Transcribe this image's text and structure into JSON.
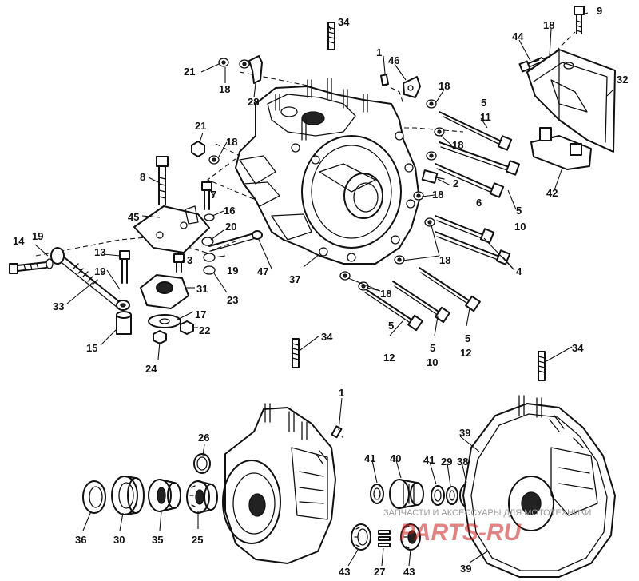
{
  "diagram": {
    "callouts": [
      {
        "id": "34a",
        "label": "34"
      },
      {
        "id": "9",
        "label": "9"
      },
      {
        "id": "44",
        "label": "44"
      },
      {
        "id": "18a",
        "label": "18"
      },
      {
        "id": "1a",
        "label": "1"
      },
      {
        "id": "46",
        "label": "46"
      },
      {
        "id": "21a",
        "label": "21"
      },
      {
        "id": "18b",
        "label": "18"
      },
      {
        "id": "28",
        "label": "28"
      },
      {
        "id": "18c",
        "label": "18"
      },
      {
        "id": "5a",
        "label": "5"
      },
      {
        "id": "11",
        "label": "11"
      },
      {
        "id": "32",
        "label": "32"
      },
      {
        "id": "21b",
        "label": "21"
      },
      {
        "id": "18d",
        "label": "18"
      },
      {
        "id": "18e",
        "label": "18"
      },
      {
        "id": "8",
        "label": "8"
      },
      {
        "id": "2",
        "label": "2"
      },
      {
        "id": "18f",
        "label": "18"
      },
      {
        "id": "6",
        "label": "6"
      },
      {
        "id": "42",
        "label": "42"
      },
      {
        "id": "7",
        "label": "7"
      },
      {
        "id": "45",
        "label": "45"
      },
      {
        "id": "16",
        "label": "16"
      },
      {
        "id": "5b",
        "label": "5"
      },
      {
        "id": "10a",
        "label": "10"
      },
      {
        "id": "20",
        "label": "20"
      },
      {
        "id": "14",
        "label": "14"
      },
      {
        "id": "19a",
        "label": "19"
      },
      {
        "id": "13",
        "label": "13"
      },
      {
        "id": "3",
        "label": "3"
      },
      {
        "id": "19b",
        "label": "19"
      },
      {
        "id": "47",
        "label": "47"
      },
      {
        "id": "18g",
        "label": "18"
      },
      {
        "id": "4",
        "label": "4"
      },
      {
        "id": "19c",
        "label": "19"
      },
      {
        "id": "37",
        "label": "37"
      },
      {
        "id": "31",
        "label": "31"
      },
      {
        "id": "23",
        "label": "23"
      },
      {
        "id": "33",
        "label": "33"
      },
      {
        "id": "18h",
        "label": "18"
      },
      {
        "id": "17",
        "label": "17"
      },
      {
        "id": "22",
        "label": "22"
      },
      {
        "id": "15",
        "label": "15"
      },
      {
        "id": "24",
        "label": "24"
      },
      {
        "id": "5c",
        "label": "5"
      },
      {
        "id": "12a",
        "label": "12"
      },
      {
        "id": "5d",
        "label": "5"
      },
      {
        "id": "10b",
        "label": "10"
      },
      {
        "id": "5e",
        "label": "5"
      },
      {
        "id": "12b",
        "label": "12"
      },
      {
        "id": "34b",
        "label": "34"
      },
      {
        "id": "34c",
        "label": "34"
      },
      {
        "id": "1b",
        "label": "1"
      },
      {
        "id": "26",
        "label": "26"
      },
      {
        "id": "39a",
        "label": "39"
      },
      {
        "id": "41a",
        "label": "41"
      },
      {
        "id": "40",
        "label": "40"
      },
      {
        "id": "41b",
        "label": "41"
      },
      {
        "id": "29",
        "label": "29"
      },
      {
        "id": "38",
        "label": "38"
      },
      {
        "id": "36",
        "label": "36"
      },
      {
        "id": "30",
        "label": "30"
      },
      {
        "id": "35",
        "label": "35"
      },
      {
        "id": "25",
        "label": "25"
      },
      {
        "id": "43a",
        "label": "43"
      },
      {
        "id": "27",
        "label": "27"
      },
      {
        "id": "43b",
        "label": "43"
      },
      {
        "id": "39b",
        "label": "39"
      }
    ]
  },
  "watermark": {
    "text": "ЗАПЧАСТИ И АКСЕССУАРЫ ДЛЯ МОТОТЕХНИКИ",
    "brand": "PARTS-RU"
  }
}
